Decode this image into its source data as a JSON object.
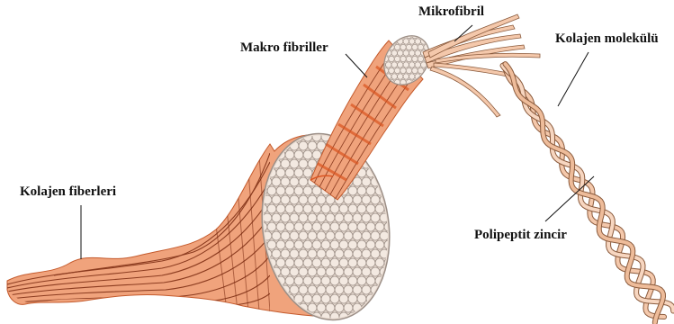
{
  "labels": {
    "mikrofibril": "Mikrofibril",
    "makro_fibriller": "Makro fibriller",
    "kolajen_molekulu": "Kolajen molekülü",
    "kolajen_fiberleri": "Kolajen fiberleri",
    "polipeptit_zincir": "Polipeptit zincir"
  },
  "colors": {
    "fiber": "#f0a37c",
    "fiber_dark": "#d9531f",
    "stripe": "#7a2a10",
    "fibril_face": "#e9dcd2",
    "fibril_edge": "#9c8f87",
    "strand": "#f4c8ab",
    "strand_edge": "#8a5a3c"
  }
}
